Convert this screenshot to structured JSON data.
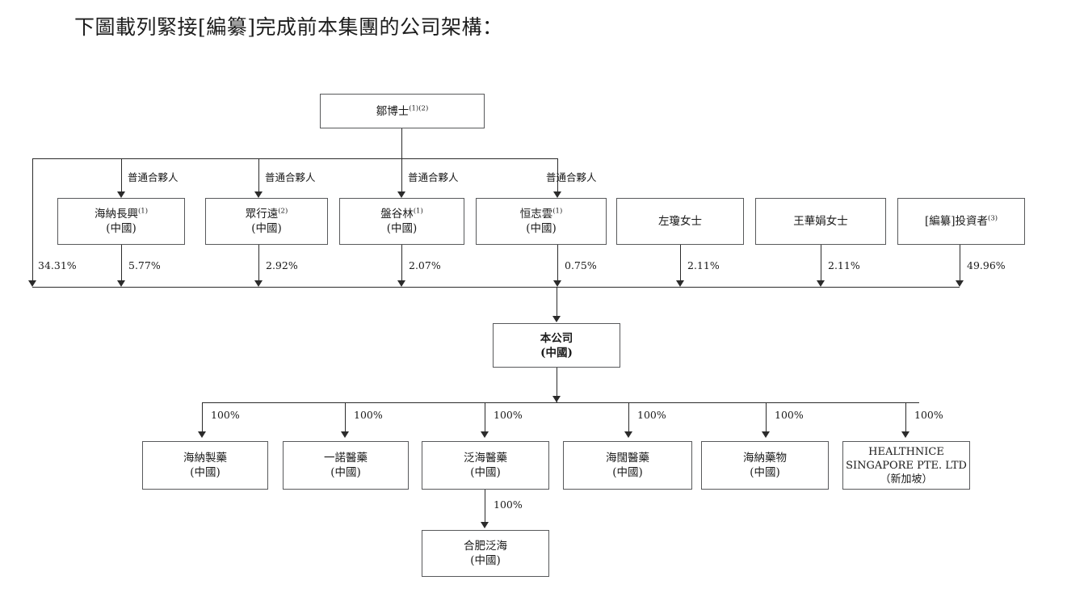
{
  "document": {
    "title": "下圖載列緊接[編纂]完成前本集團的公司架構："
  },
  "chart_data": {
    "type": "diagram",
    "diagram_kind": "corporate-shareholding-structure",
    "title": "下圖載列緊接[編纂]完成前本集團的公司架構：",
    "nodes": {
      "root": {
        "name": "鄒博士",
        "footnotes": "(1)(2)",
        "jurisdiction": ""
      },
      "company": {
        "name": "本公司",
        "jurisdiction": "(中國)",
        "bold": true
      },
      "shareholders": [
        {
          "name": "海納長興",
          "footnotes": "(1)",
          "jurisdiction": "(中國)",
          "ownership_pct": "5.77%",
          "partner_label": "普通合夥人"
        },
        {
          "name": "眾行遠",
          "footnotes": "(2)",
          "jurisdiction": "(中國)",
          "ownership_pct": "2.92%",
          "partner_label": "普通合夥人"
        },
        {
          "name": "盤谷林",
          "footnotes": "(1)",
          "jurisdiction": "(中國)",
          "ownership_pct": "2.07%",
          "partner_label": "普通合夥人"
        },
        {
          "name": "恒志雲",
          "footnotes": "(1)",
          "jurisdiction": "(中國)",
          "ownership_pct": "0.75%",
          "partner_label": "普通合夥人"
        },
        {
          "name": "左瓊女士",
          "footnotes": "",
          "jurisdiction": "",
          "ownership_pct": "2.11%",
          "partner_label": ""
        },
        {
          "name": "王華娟女士",
          "footnotes": "",
          "jurisdiction": "",
          "ownership_pct": "2.11%",
          "partner_label": ""
        },
        {
          "name": "[編纂]投資者",
          "footnotes": "(3)",
          "jurisdiction": "",
          "ownership_pct": "49.96%",
          "partner_label": ""
        }
      ],
      "direct_root_stake": "34.31%",
      "subsidiaries": [
        {
          "name": "海納製藥",
          "jurisdiction": "(中國)",
          "ownership_pct": "100%",
          "latin": false
        },
        {
          "name": "一諾醫藥",
          "jurisdiction": "(中國)",
          "ownership_pct": "100%",
          "latin": false
        },
        {
          "name": "泛海醫藥",
          "jurisdiction": "(中國)",
          "ownership_pct": "100%",
          "latin": false
        },
        {
          "name": "海闊醫藥",
          "jurisdiction": "(中國)",
          "ownership_pct": "100%",
          "latin": false
        },
        {
          "name": "海納藥物",
          "jurisdiction": "(中國)",
          "ownership_pct": "100%",
          "latin": false
        },
        {
          "name": "HEALTHNICE",
          "name_line2": "SINGAPORE  PTE. LTD",
          "jurisdiction": "（新加坡）",
          "ownership_pct": "100%",
          "latin": true
        }
      ],
      "sub_subsidiary": {
        "name": "合肥泛海",
        "jurisdiction": "(中國)",
        "ownership_pct": "100%",
        "parent": "泛海醫藥"
      }
    },
    "colors": {
      "line": "#2b2b2b",
      "box_border": "#58595b",
      "text": "#1a1a1a",
      "background": "#ffffff"
    }
  }
}
